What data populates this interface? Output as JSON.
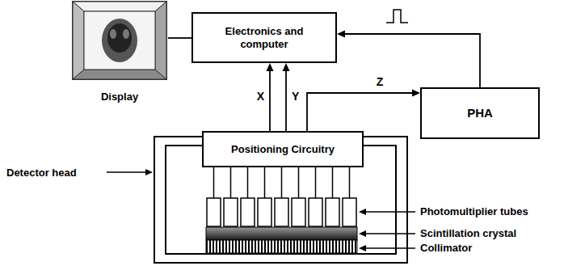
{
  "diagram": {
    "nodes": [
      {
        "text": [
          "Electronics and computer"
        ]
      },
      {
        "text": [
          "PHA"
        ]
      },
      {
        "text": [
          "Detector head"
        ]
      },
      {
        "text": [
          "Positioning Circuitry"
        ],
        "in": 2
      },
      {
        "text": [
          "Display"
        ]
      }
    ],
    "edges": [
      {
        "from": 3,
        "to": 0,
        "label": "X",
        "arrow": "to"
      },
      {
        "from": 3,
        "to": 0,
        "label": "Y",
        "arrow": "to"
      },
      {
        "from": 3,
        "to": 1,
        "label": "Z",
        "arrow": "to"
      },
      {
        "from": 1,
        "to": 0,
        "arrow": "to"
      },
      {
        "from": 4,
        "to": 0,
        "arrow": "none"
      }
    ],
    "labels": [
      "Photomultiplier tubes",
      "Scintillation crystal",
      "Collimator"
    ]
  }
}
